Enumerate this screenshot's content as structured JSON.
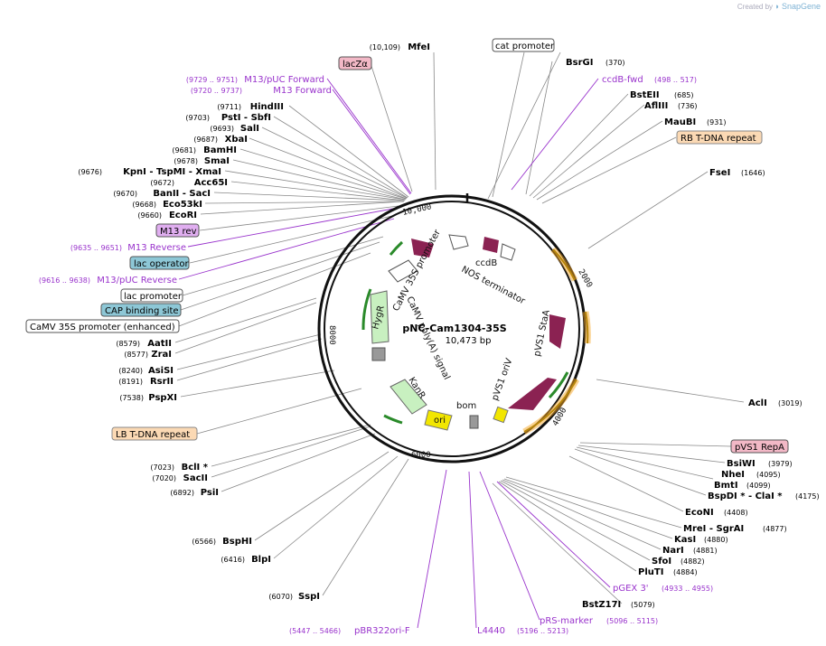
{
  "credit": {
    "prefix": "Created by",
    "brand": "SnapGene"
  },
  "plasmid": {
    "name": "pNC-Cam1304-35S",
    "length_label": "10,473 bp"
  },
  "ticks": [
    "2000",
    "4000",
    "6000",
    "8000",
    "10,000"
  ],
  "colors": {
    "enzyme": "#000000",
    "primer": "#9933cc",
    "line": "#888888",
    "primer_line": "#9933cc"
  },
  "enzymes_left": [
    {
      "pos": "(10,109)",
      "name": "MfeI"
    },
    {
      "pos": "(9711)",
      "name": "HindIII"
    },
    {
      "pos": "(9703)",
      "name": "PstI - SbfI"
    },
    {
      "pos": "(9693)",
      "name": "SalI"
    },
    {
      "pos": "(9687)",
      "name": "XbaI"
    },
    {
      "pos": "(9681)",
      "name": "BamHI"
    },
    {
      "pos": "(9678)",
      "name": "SmaI"
    },
    {
      "pos": "(9676)",
      "name": "KpnI - TspMI - XmaI"
    },
    {
      "pos": "(9672)",
      "name": "Acc65I"
    },
    {
      "pos": "(9670)",
      "name": "BanII - SacI"
    },
    {
      "pos": "(9668)",
      "name": "Eco53kI"
    },
    {
      "pos": "(9660)",
      "name": "EcoRI"
    },
    {
      "pos": "(8579)",
      "name": "AatII"
    },
    {
      "pos": "(8577)",
      "name": "ZraI"
    },
    {
      "pos": "(8240)",
      "name": "AsiSI"
    },
    {
      "pos": "(8191)",
      "name": "RsrII"
    },
    {
      "pos": "(7538)",
      "name": "PspXI"
    },
    {
      "pos": "(7023)",
      "name": "BclI *"
    },
    {
      "pos": "(7020)",
      "name": "SacII"
    },
    {
      "pos": "(6892)",
      "name": "PsiI"
    },
    {
      "pos": "(6566)",
      "name": "BspHI"
    },
    {
      "pos": "(6416)",
      "name": "BlpI"
    },
    {
      "pos": "(6070)",
      "name": "SspI"
    }
  ],
  "enzymes_right": [
    {
      "name": "BsrGI",
      "pos": "(370)"
    },
    {
      "name": "BstEII",
      "pos": "(685)"
    },
    {
      "name": "AflIII",
      "pos": "(736)"
    },
    {
      "name": "MauBI",
      "pos": "(931)"
    },
    {
      "name": "FseI",
      "pos": "(1646)"
    },
    {
      "name": "AclI",
      "pos": "(3019)"
    },
    {
      "name": "BsiWI",
      "pos": "(3979)"
    },
    {
      "name": "NheI",
      "pos": "(4095)"
    },
    {
      "name": "BmtI",
      "pos": "(4099)"
    },
    {
      "name": "BspDI * - ClaI *",
      "pos": "(4175)"
    },
    {
      "name": "EcoNI",
      "pos": "(4408)"
    },
    {
      "name": "MreI - SgrAI",
      "pos": "(4877)"
    },
    {
      "name": "KasI",
      "pos": "(4880)"
    },
    {
      "name": "NarI",
      "pos": "(4881)"
    },
    {
      "name": "SfoI",
      "pos": "(4882)"
    },
    {
      "name": "PluTI",
      "pos": "(4884)"
    },
    {
      "name": "BstZ17I",
      "pos": "(5079)"
    }
  ],
  "primers": [
    {
      "pos": "(9729 .. 9751)",
      "name": "M13/pUC Forward"
    },
    {
      "pos": "(9720 .. 9737)",
      "name": "M13 Forward"
    },
    {
      "pos": "(9635 .. 9651)",
      "name": "M13 Reverse"
    },
    {
      "pos": "(9616 .. 9638)",
      "name": "M13/pUC Reverse"
    },
    {
      "name": "ccdB-fwd",
      "pos": "(498 .. 517)"
    },
    {
      "name": "pGEX 3'",
      "pos": "(4933 .. 4955)"
    },
    {
      "name": "pRS-marker",
      "pos": "(5096 .. 5115)"
    },
    {
      "name": "L4440",
      "pos": "(5196 .. 5213)"
    },
    {
      "name": "pBR322ori-F",
      "pos": "(5447 .. 5466)"
    }
  ],
  "boxed_features": [
    {
      "label": "lacZα",
      "style": "pink"
    },
    {
      "label": "cat promoter",
      "style": "white"
    },
    {
      "label": "RB T-DNA repeat",
      "style": "peach"
    },
    {
      "label": "M13 rev",
      "style": "violet"
    },
    {
      "label": "lac operator",
      "style": "teal"
    },
    {
      "label": "lac promoter",
      "style": "white"
    },
    {
      "label": "CAP binding site",
      "style": "teal"
    },
    {
      "label": "CaMV 35S promoter (enhanced)",
      "style": "white"
    },
    {
      "label": "LB T-DNA repeat",
      "style": "peach"
    },
    {
      "label": "pVS1 RepA",
      "style": "pink"
    }
  ],
  "inner_labels": [
    {
      "label": "CaMV 35S promoter"
    },
    {
      "label": "ccdB"
    },
    {
      "label": "NOS terminator"
    },
    {
      "label": "pVS1 StaA"
    },
    {
      "label": "pVS1 oriV"
    },
    {
      "label": "bom"
    },
    {
      "label": "ori"
    },
    {
      "label": "KanR"
    },
    {
      "label": "CaMV poly(A) signal"
    },
    {
      "label": "HygR"
    }
  ]
}
